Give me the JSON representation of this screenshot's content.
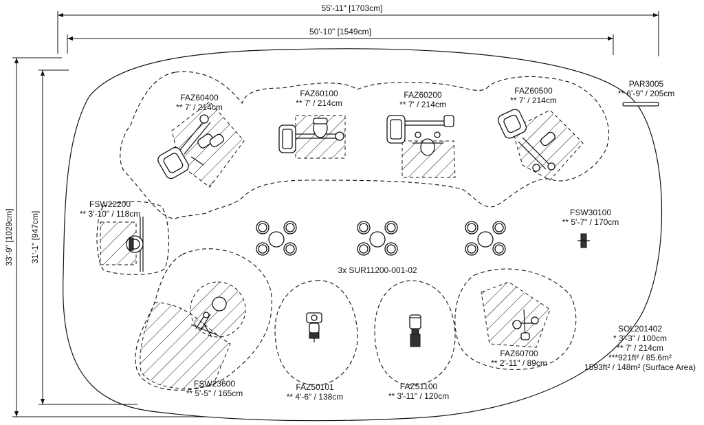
{
  "dimensions": {
    "overall_width": "55'-11\" [1703cm]",
    "inner_width": "50'-10\" [1549cm]",
    "overall_height": "33'-9\" [1029cm]",
    "inner_height": "31'-1\" [947cm]"
  },
  "stations": {
    "faz60400": {
      "code": "FAZ60400",
      "height": "** 7' / 214cm"
    },
    "faz60100": {
      "code": "FAZ60100",
      "height": "** 7' / 214cm"
    },
    "faz60200": {
      "code": "FAZ60200",
      "height": "** 7' / 214cm"
    },
    "faz60500": {
      "code": "FAZ60500",
      "height": "** 7' / 214cm"
    },
    "par3005": {
      "code": "PAR3005",
      "height": "** 6'-9\" / 205cm"
    },
    "fsw22200": {
      "code": "FSW22200",
      "height": "** 3'-10\" / 118cm"
    },
    "fsw30100": {
      "code": "FSW30100",
      "height": "** 5'-7\" / 170cm"
    },
    "sur11200": {
      "label": "3x SUR11200-001-02"
    },
    "fsw23600": {
      "code": "FSW23600",
      "height": "** 5'-5\" / 165cm"
    },
    "faz50101": {
      "code": "FAZ50101",
      "height": "** 4'-6\" / 138cm"
    },
    "faz51100": {
      "code": "FAZ51100",
      "height": "** 3'-11\" / 120cm"
    },
    "faz60700": {
      "code": "FAZ60700",
      "height": "** 2'-11\" / 89cm"
    }
  },
  "surface": {
    "code": "SOL201402",
    "line1": "* 3'-3\" / 100cm",
    "line2": "** 7' / 214cm",
    "line3": "***921ft² / 85.6m²",
    "line4": "1593ft² / 148m² (Surface Area)"
  }
}
